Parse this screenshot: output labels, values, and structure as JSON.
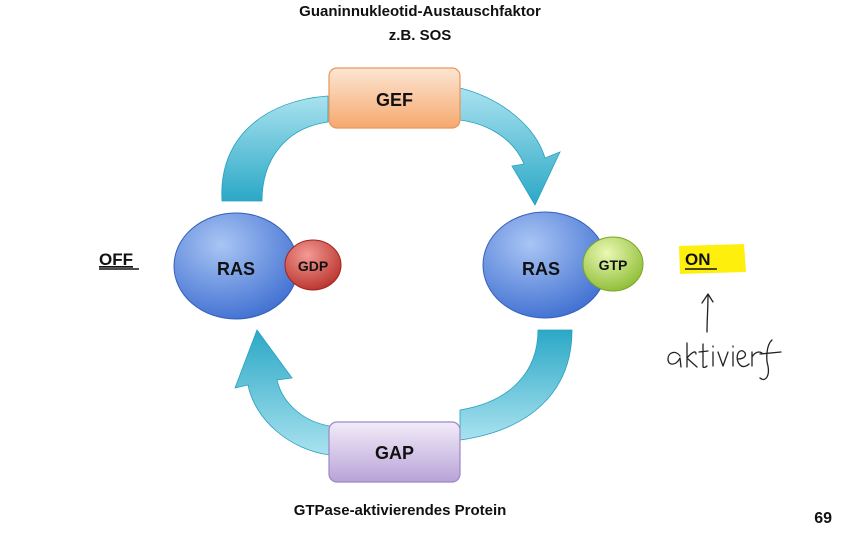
{
  "title": {
    "line1": "Guaninnukleotid-Austauschfaktor",
    "line2": "z.B. SOS"
  },
  "gef_label": "GEF",
  "gap_label": "GAP",
  "ras_left": {
    "label": "RAS",
    "badge": "GDP"
  },
  "ras_right": {
    "label": "RAS",
    "badge": "GTP"
  },
  "state_off": "OFF",
  "state_on": "ON",
  "bottom_caption": "GTPase-aktivierendes Protein",
  "page_number": "69",
  "handwritten_note": "aktiviert",
  "colors": {
    "arrow_light": "#8fd6e6",
    "arrow_dark": "#2ba8c6",
    "ras_light": "#8fb3ee",
    "ras_dark": "#3f6fd1",
    "gdp_light": "#ee7a74",
    "gdp_dark": "#b52a24",
    "gtp_light": "#d9f08e",
    "gtp_dark": "#86b82a",
    "gef_light": "#fde0c8",
    "gef_dark": "#f5b07e",
    "gap_light": "#ece4f5",
    "gap_dark": "#bca8da",
    "highlight": "#ffee00"
  }
}
